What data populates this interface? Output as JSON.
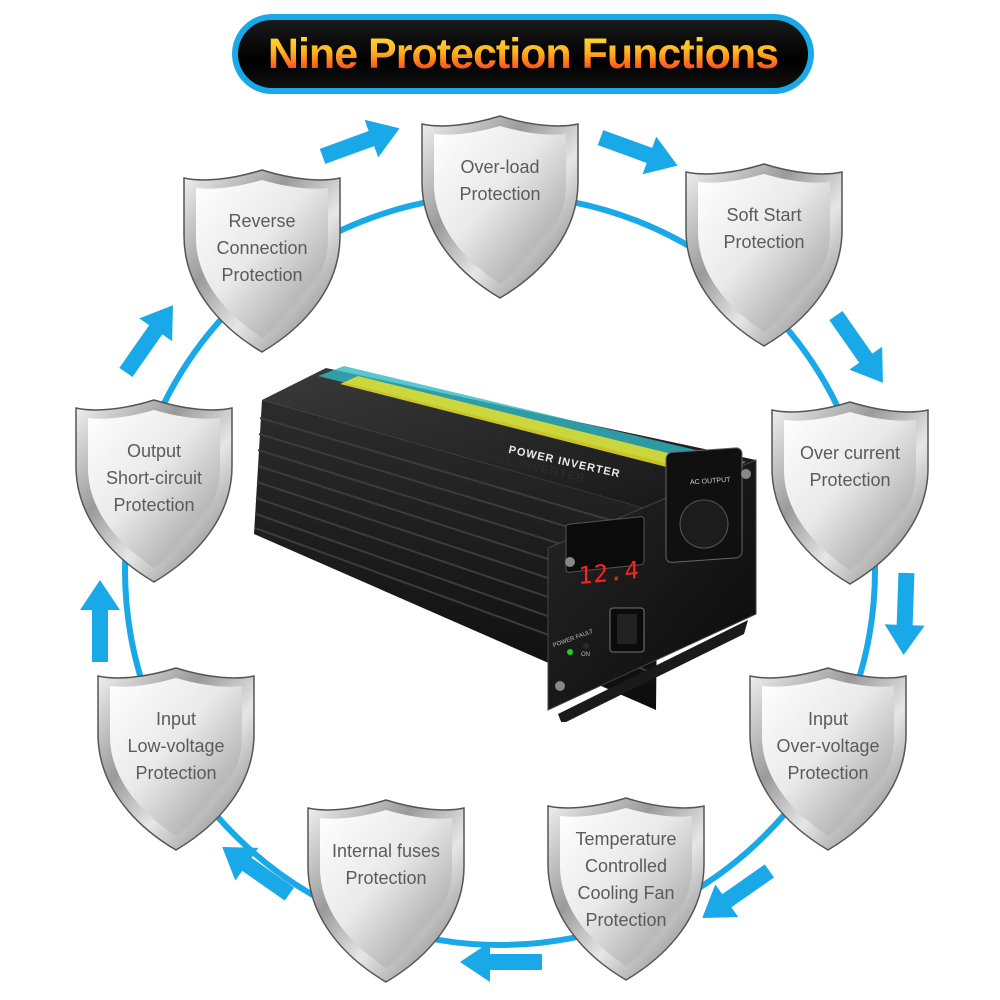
{
  "title": "Nine Protection Functions",
  "colors": {
    "accent": "#1aa9e8",
    "banner_bg": "#000000",
    "shield_text": "#5b5b5b",
    "display_red": "#ff2020"
  },
  "shields": [
    {
      "id": "overload",
      "lines": [
        "Over-load",
        "Protection"
      ]
    },
    {
      "id": "soft-start",
      "lines": [
        "Soft Start",
        "Protection"
      ]
    },
    {
      "id": "over-current",
      "lines": [
        "Over current",
        "Protection"
      ]
    },
    {
      "id": "input-over-voltage",
      "lines": [
        "Input",
        "Over-voltage",
        "Protection"
      ]
    },
    {
      "id": "temperature",
      "lines": [
        "Temperature",
        "Controlled",
        "Cooling Fan",
        "Protection"
      ]
    },
    {
      "id": "internal-fuses",
      "lines": [
        "Internal fuses",
        "Protection"
      ]
    },
    {
      "id": "input-low-voltage",
      "lines": [
        "Input",
        "Low-voltage",
        "Protection"
      ]
    },
    {
      "id": "output-short-circuit",
      "lines": [
        "Output",
        "Short-circuit",
        "Protection"
      ]
    },
    {
      "id": "reverse-connection",
      "lines": [
        "Reverse",
        "Connection",
        "Protection"
      ]
    }
  ],
  "inverter": {
    "display_value": "12.4",
    "brand_text": "POWER INVERTER",
    "model_text": "PURE SINE INVERTER",
    "output_label": "AC OUTPUT",
    "led_labels": [
      "POWER",
      "FAULT"
    ],
    "switch_label": "ON"
  }
}
